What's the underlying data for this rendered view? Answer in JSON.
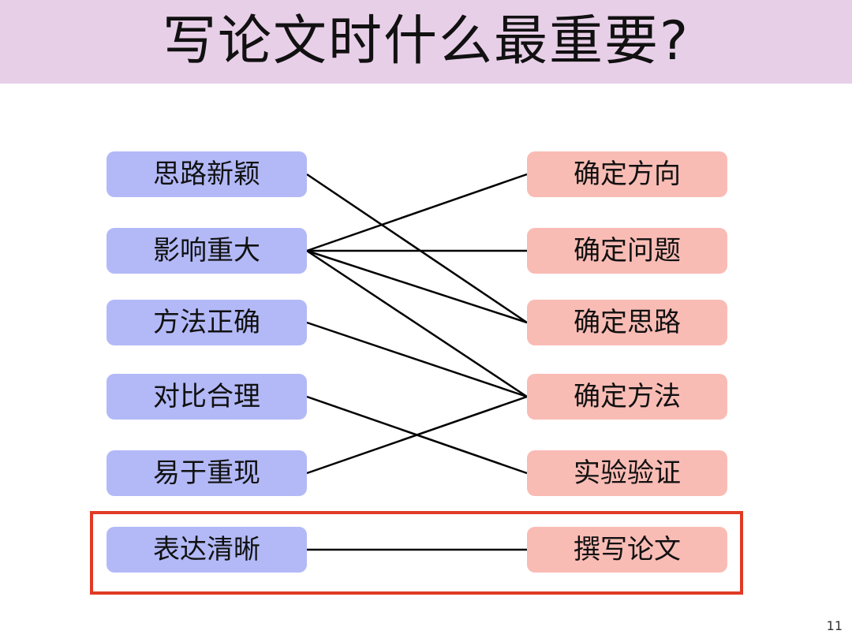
{
  "title": "写论文时什么最重要?",
  "page_number": "11",
  "colors": {
    "title_bar": "#e8cfe8",
    "left_box": "#b3b9f7",
    "right_box": "#f9bcb5",
    "highlight": "#e03a25",
    "line": "#000000"
  },
  "left_items": [
    "思路新颖",
    "影响重大",
    "方法正确",
    "对比合理",
    "易于重现",
    "表达清晰"
  ],
  "right_items": [
    "确定方向",
    "确定问题",
    "确定思路",
    "确定方法",
    "实验验证",
    "撰写论文"
  ],
  "connections": [
    {
      "from": 0,
      "to": 2
    },
    {
      "from": 1,
      "to": 0
    },
    {
      "from": 1,
      "to": 1
    },
    {
      "from": 1,
      "to": 2
    },
    {
      "from": 1,
      "to": 3
    },
    {
      "from": 2,
      "to": 3
    },
    {
      "from": 3,
      "to": 4
    },
    {
      "from": 4,
      "to": 3
    },
    {
      "from": 5,
      "to": 5
    }
  ],
  "highlighted_rows": [
    5
  ]
}
